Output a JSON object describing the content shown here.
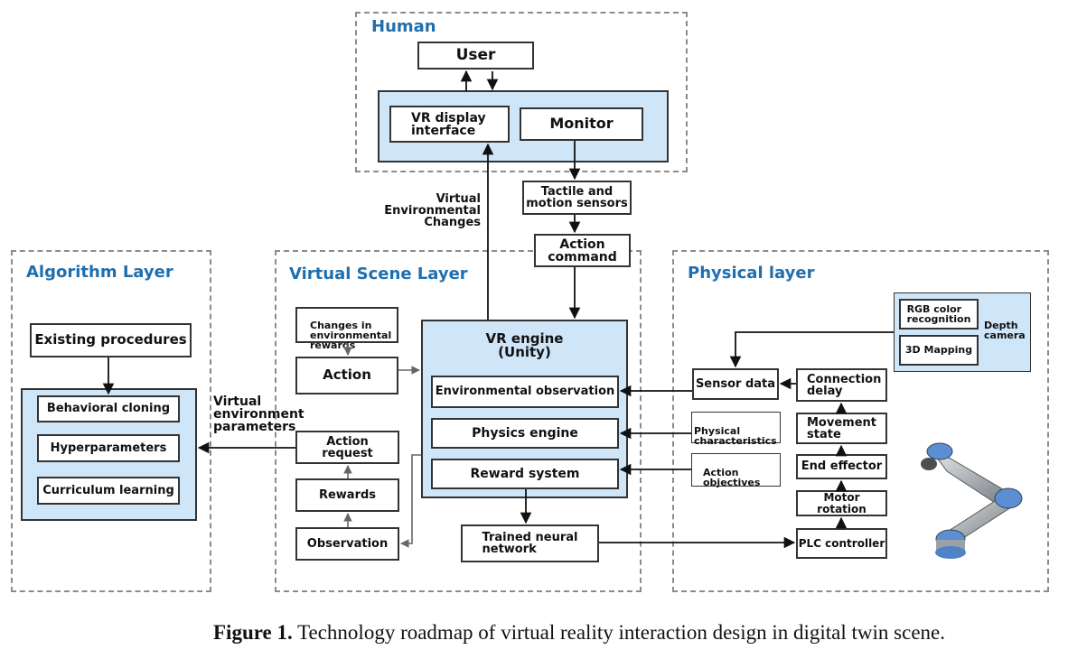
{
  "regions": {
    "human": "Human",
    "algorithm": "Algorithm Layer",
    "virtual": "Virtual Scene Layer",
    "physical": "Physical layer"
  },
  "human": {
    "user": "User",
    "vr_display": "VR display\ninterface",
    "monitor": "Monitor"
  },
  "links": {
    "virtual_env_changes": "Virtual\nEnvironmental\nChanges",
    "tactile_sensors": "Tactile and\nmotion sensors",
    "action_command": "Action\ncommand",
    "virtual_env_params": "Virtual\nenvironment\nparameters"
  },
  "algorithm": {
    "existing_procedures": "Existing procedures",
    "behavioral_cloning": "Behavioral cloning",
    "hyperparameters": "Hyperparameters",
    "curriculum_learning": "Curriculum learning"
  },
  "virtual": {
    "changes_rewards": "Changes in\nenvironmental\nrewards",
    "action": "Action",
    "action_request": "Action\nrequest",
    "rewards": "Rewards",
    "observation": "Observation",
    "vr_engine": "VR engine\n(Unity)",
    "env_observation": "Environmental observation",
    "physics_engine": "Physics engine",
    "reward_system": "Reward system",
    "trained_nn": "Trained neural\nnetwork"
  },
  "physical": {
    "rgb": "RGB color\nrecognition",
    "mapping": "3D Mapping",
    "depth_camera": "Depth\ncamera",
    "sensor_data": "Sensor data",
    "connection_delay": "Connection\ndelay",
    "physical_characteristics": "Physical\ncharacteristics",
    "movement_state": "Movement\nstate",
    "action_objectives": "Action\nobjectives",
    "end_effector": "End effector",
    "motor_rotation": "Motor rotation",
    "plc_controller": "PLC controller"
  },
  "caption": {
    "label": "Figure 1.",
    "text": " Technology roadmap of virtual reality interaction design in digital twin scene."
  },
  "colors": {
    "title_blue": "#1f6fae",
    "box_fill_blue": "#cfe5f8",
    "dashed_border": "#8c8c8c"
  }
}
